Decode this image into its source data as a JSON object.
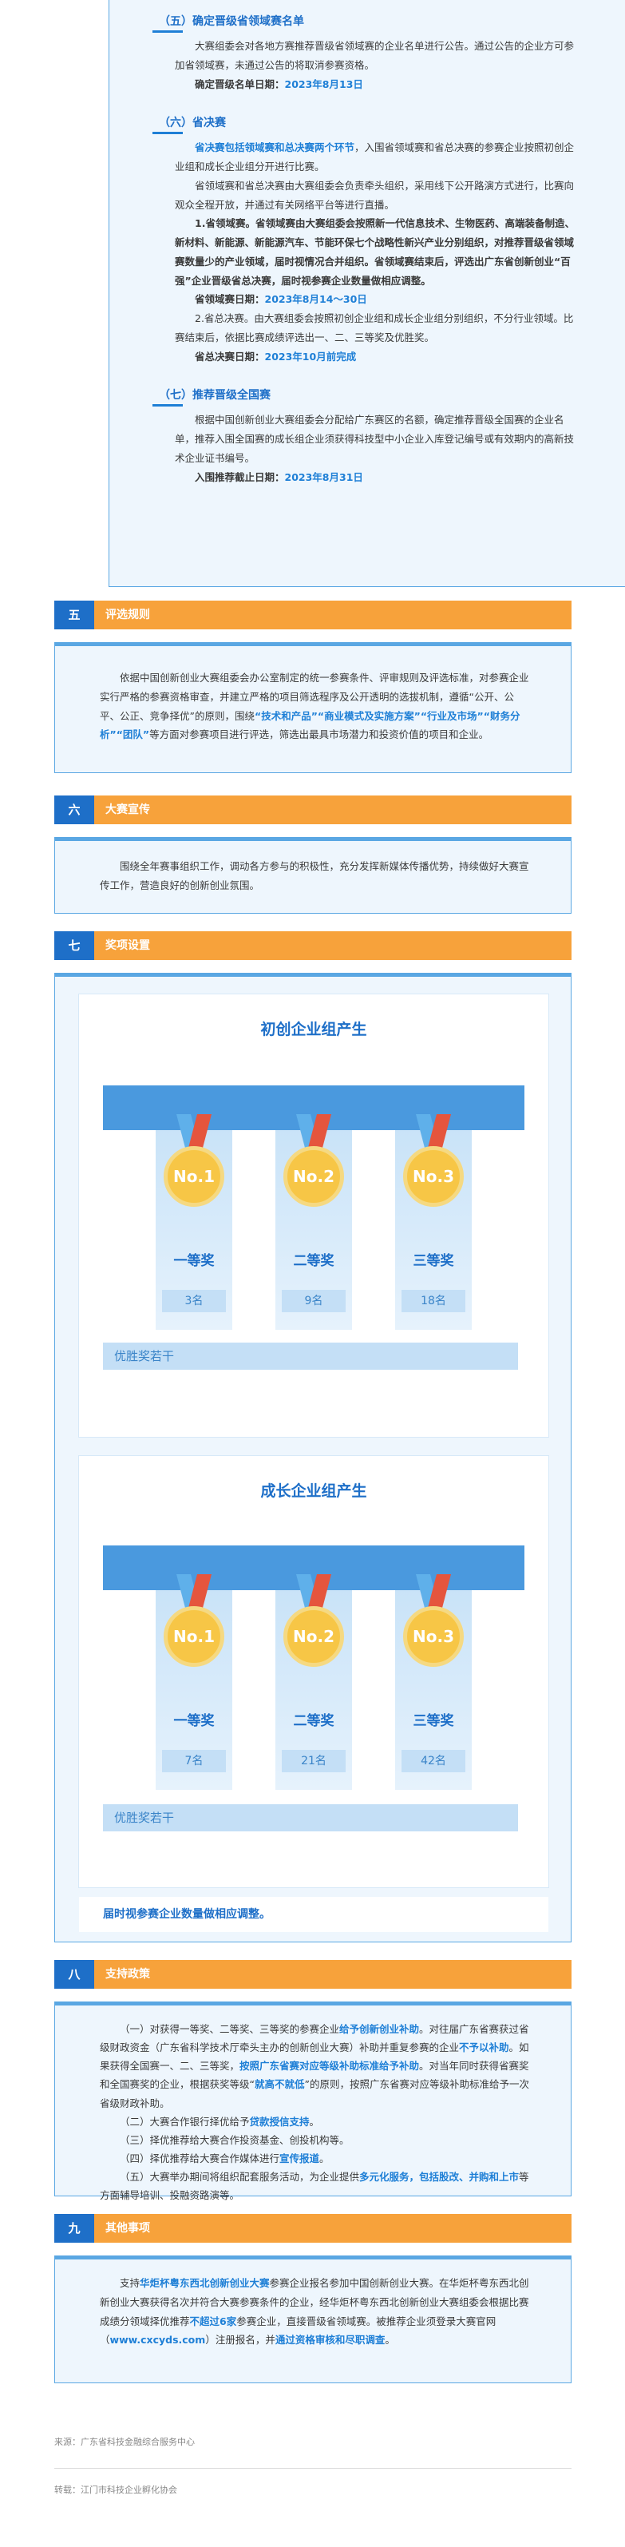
{
  "s4": {
    "sub5": {
      "title": "（五）确定晋级省领域赛名单",
      "text": "大赛组委会对各地方赛推荐晋级省领域赛的企业名单进行公告。通过公告的企业方可参加省领域赛，未通过公告的将取消参赛资格。",
      "deadline_label": "确定晋级名单日期：",
      "deadline_value": "2023年8月13日"
    },
    "sub6": {
      "title": "（六）省决赛",
      "lead_hl": "省决赛包括领域赛和总决赛两个环节",
      "lead_rest": "，入围省领域赛和省总决赛的参赛企业按照初创企业组和成长企业组分开进行比赛。",
      "line2": "省领域赛和省总决赛由大赛组委会负责牵头组织，采用线下公开路演方式进行，比赛向观众全程开放，并通过有关网络平台等进行直播。",
      "p1": "1.省领域赛。省领域赛由大赛组委会按照新一代信息技术、生物医药、高端装备制造、新材料、新能源、新能源汽车、节能环保七个战略性新兴产业分别组织，对推荐晋级省领域赛数量少的产业领域，届时视情况合并组织。省领域赛结束后，评选出广东省创新创业“百强”企业晋级省总决赛，届时视参赛企业数量做相应调整。",
      "p1_date_label": "省领域赛日期：",
      "p1_date_value": "2023年8月14～30日",
      "p2": "2.省总决赛。由大赛组委会按照初创企业组和成长企业组分别组织，不分行业领域。比赛结束后，依据比赛成绩评选出一、二、三等奖及优胜奖。",
      "p2_date_label": "省总决赛日期：",
      "p2_date_value": "2023年10月前完成"
    },
    "sub7": {
      "title": "（七）推荐晋级全国赛",
      "text": "根据中国创新创业大赛组委会分配给广东赛区的名额，确定推荐晋级全国赛的企业名单，推荐入围全国赛的成长组企业须获得科技型中小企业入库登记编号或有效期内的高新技术企业证书编号。",
      "deadline_label": "入围推荐截止日期：",
      "deadline_value": "2023年8月31日"
    }
  },
  "sections": [
    {
      "num": "五",
      "title": "评选规则",
      "text_a": "依据中国创新创业大赛组委会办公室制定的统一参赛条件、评审规则及评选标准，对参赛企业实行严格的参赛资格审查，并建立严格的项目筛选程序及公开透明的选拔机制，遵循“公开、公平、公正、竞争择优”的原则，围绕",
      "text_hl": "“技术和产品”“商业模式及实施方案”“行业及市场”“财务分析”“团队”",
      "text_b": "等方面对参赛项目进行评选，筛选出最具市场潜力和投资价值的项目和企业。"
    },
    {
      "num": "六",
      "title": "大赛宣传",
      "text_a": "围绕全年赛事组织工作，调动各方参与的积极性，充分发挥新媒体传播优势，持续做好大赛宣传工作，营造良好的创新创业氛围。"
    },
    {
      "num": "七",
      "title": "奖项设置"
    },
    {
      "num": "八",
      "title": "支持政策"
    },
    {
      "num": "九",
      "title": "其他事项"
    }
  ],
  "awards": {
    "groups": [
      {
        "title": "初创企业组产生",
        "prizes": [
          {
            "medal": "No.1",
            "grade": "一等奖",
            "count": "3名"
          },
          {
            "medal": "No.2",
            "grade": "二等奖",
            "count": "9名"
          },
          {
            "medal": "No.3",
            "grade": "三等奖",
            "count": "18名"
          }
        ],
        "excellent": "优胜奖若干"
      },
      {
        "title": "成长企业组产生",
        "prizes": [
          {
            "medal": "No.1",
            "grade": "一等奖",
            "count": "7名"
          },
          {
            "medal": "No.2",
            "grade": "二等奖",
            "count": "21名"
          },
          {
            "medal": "No.3",
            "grade": "三等奖",
            "count": "42名"
          }
        ],
        "excellent": "优胜奖若干"
      }
    ],
    "note": "届时视参赛企业数量做相应调整。"
  },
  "policy": {
    "p1_a": "（一）对获得一等奖、二等奖、三等奖的参赛企业",
    "p1_hl1": "给予创新创业补助",
    "p1_b": "。对往届广东省赛获过省级财政资金（广东省科学技术厅牵头主办的创新创业大赛）补助并重复参赛的企业",
    "p1_hl2": "不予以补助",
    "p1_c": "。如果获得全国赛一、二、三等奖，",
    "p1_hl3": "按照广东省赛对应等级补助标准给予补助",
    "p1_d": "。对当年同时获得省赛奖和全国赛奖的企业，根据获奖等级“",
    "p1_hl4": "就高不就低",
    "p1_e": "”的原则，按照广东省赛对应等级补助标准给予一次省级财政补助。",
    "p2_a": "（二）大赛合作银行择优给予",
    "p2_hl": "贷款授信支持",
    "p2_b": "。",
    "p3": "（三）择优推荐给大赛合作投资基金、创投机构等。",
    "p4_a": "（四）择优推荐给大赛合作媒体进行",
    "p4_hl": "宣传报道",
    "p4_b": "。",
    "p5_a": "（五）大赛举办期间将组织配套服务活动，为企业提供",
    "p5_hl": "多元化服务，包括股改、并购和上市",
    "p5_b": "等方面辅导培训、投融资路演等。"
  },
  "other": {
    "t_a": "支持",
    "t_hl1": "华炬杯粤东西北创新创业大赛",
    "t_b": "参赛企业报名参加中国创新创业大赛。在华炬杯粤东西北创新创业大赛获得名次并符合大赛参赛条件的企业，经华炬杯粤东西北创新创业大赛组委会根据比赛成绩分领域择优推荐",
    "t_hl2": "不超过6家",
    "t_c": "参赛企业，直接晋级省领域赛。被推荐企业须登录大赛官网（",
    "t_hl3": "www.cxcyds.com",
    "t_d": "）注册报名，并",
    "t_hl4": "通过资格审核和尽职调查",
    "t_e": "。"
  },
  "footer": {
    "source": "来源：广东省科技金融综合服务中心",
    "editor": "转载：江门市科技企业孵化协会"
  }
}
